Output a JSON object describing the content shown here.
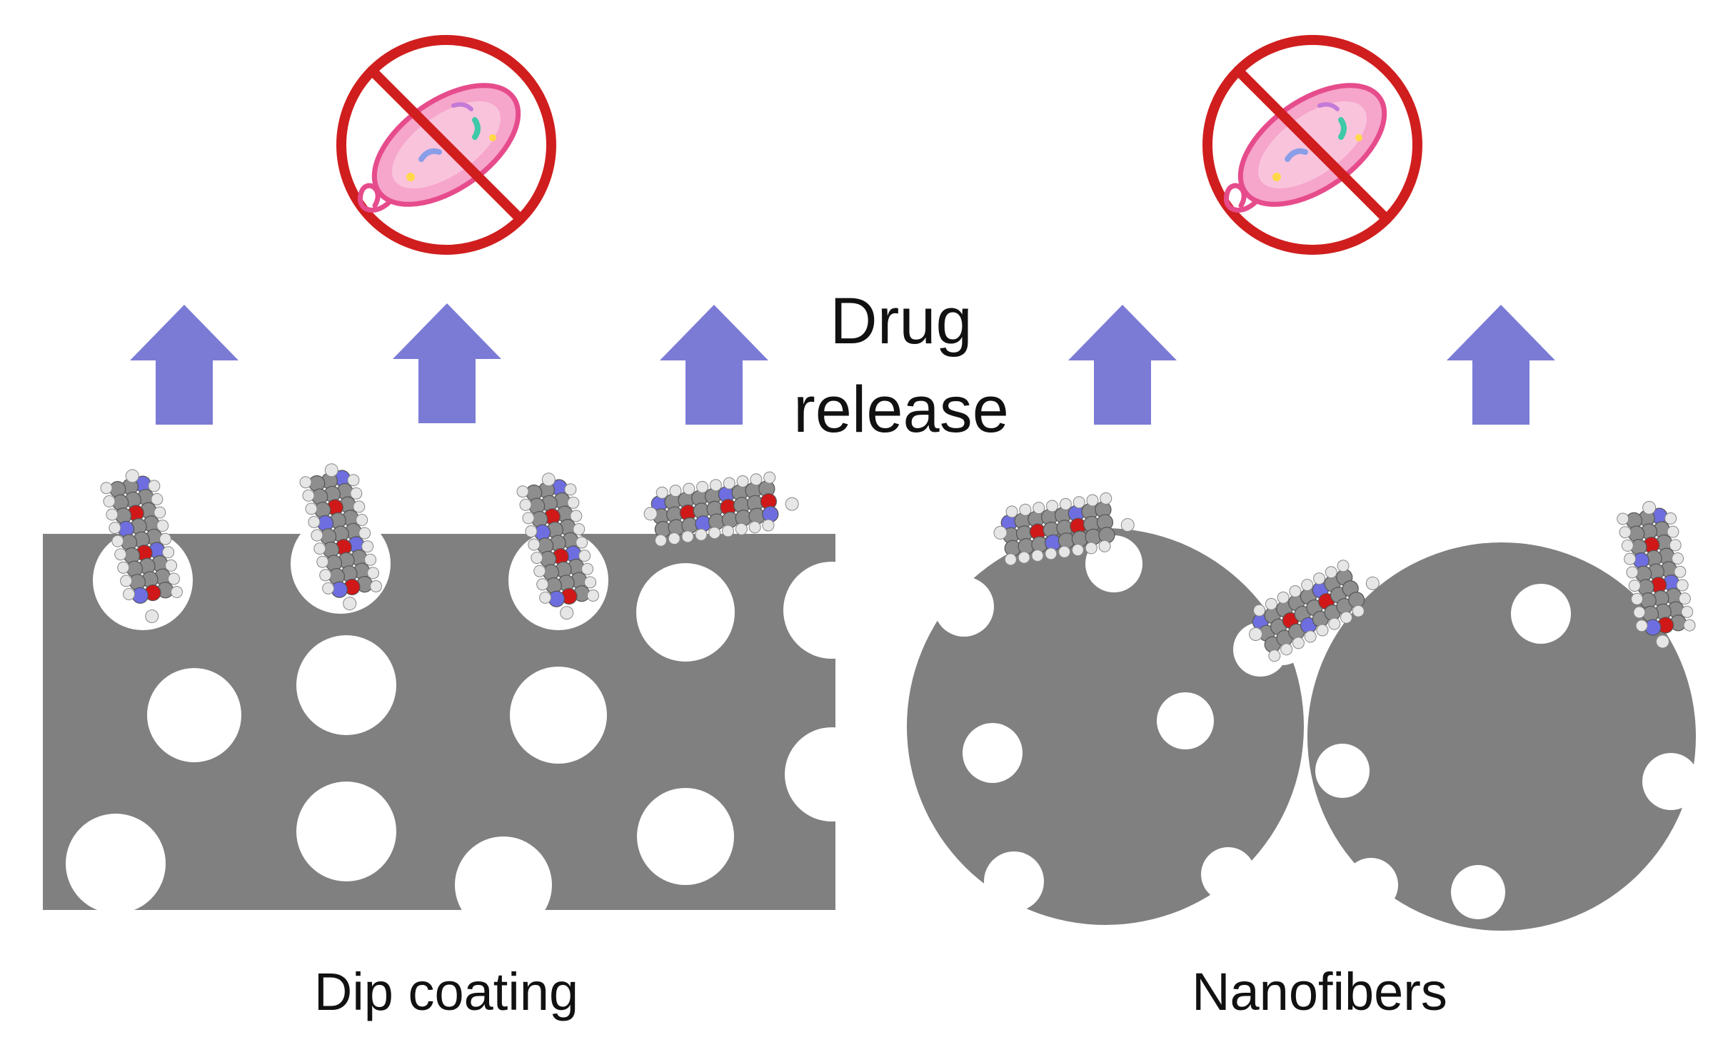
{
  "labels": {
    "drug_release_line1": "Drug",
    "drug_release_line2": "release",
    "dip_coating": "Dip coating",
    "nanofibers": "Nanofibers"
  },
  "colors": {
    "substrate": "#808080",
    "pore": "#ffffff",
    "arrow": "#7b7bd6",
    "prohibition": "#d01e1e",
    "bacterium_body": "#f6a5cb",
    "bacterium_outline": "#e64c8c",
    "atom_carbon": "#8e8e8e",
    "atom_hydrogen": "#e6e6e6",
    "atom_oxygen": "#d01818",
    "atom_nitrogen": "#6e6ee0"
  },
  "icons": [
    "no-bacteria-icon",
    "drug-release-arrow",
    "drug-molecule"
  ]
}
